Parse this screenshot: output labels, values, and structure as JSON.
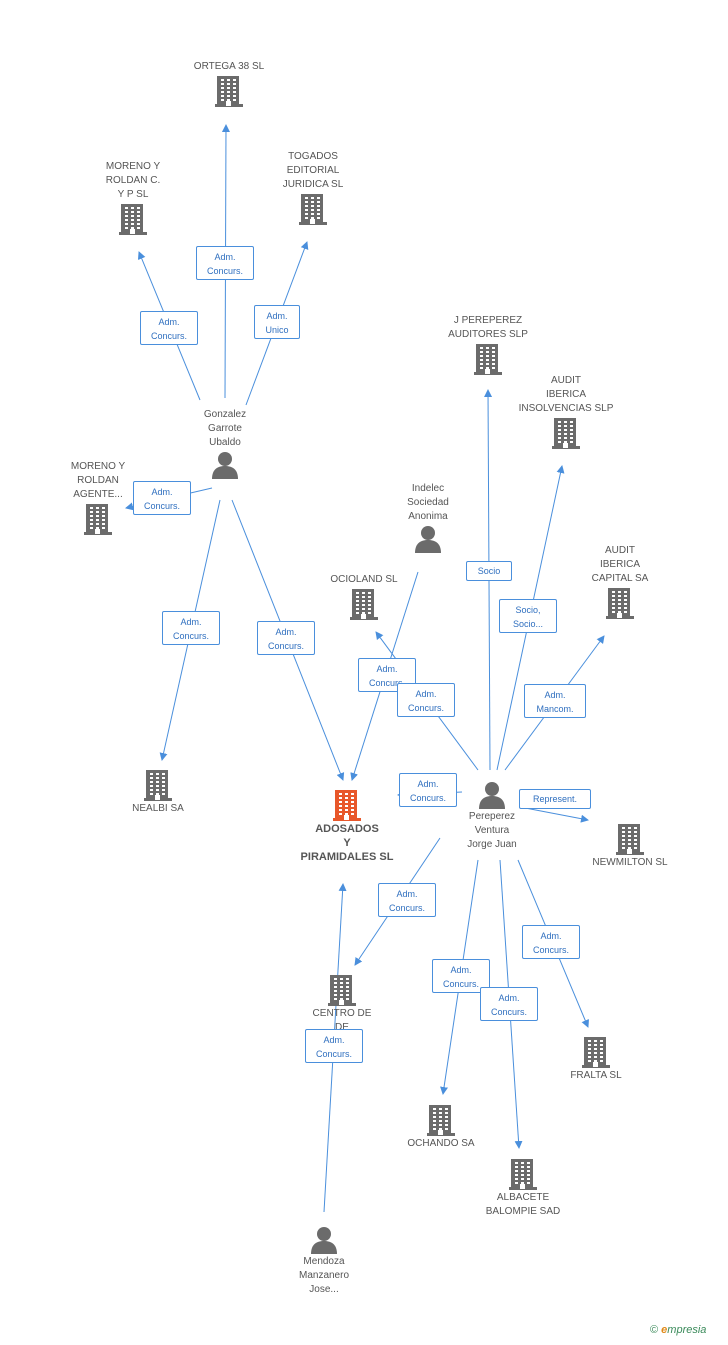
{
  "colors": {
    "edge": "#4a8fdc",
    "icon": "#6b6b6b",
    "center_icon": "#e8572a",
    "label_text": "#2f6fbf"
  },
  "nodes": [
    {
      "id": "ortega",
      "kind": "company",
      "label": "ORTEGA 38 SL"
    },
    {
      "id": "moreno_y",
      "kind": "company",
      "label": "MORENO Y\nROLDAN C.\nY P SL"
    },
    {
      "id": "togados",
      "kind": "company",
      "label": "TOGADOS\nEDITORIAL\nJURIDICA SL"
    },
    {
      "id": "gonzalez",
      "kind": "person",
      "label": "Gonzalez\nGarrote\nUbaldo"
    },
    {
      "id": "moreno_agente",
      "kind": "company",
      "label": "MORENO Y\nROLDAN\nAGENTE..."
    },
    {
      "id": "jpereperez",
      "kind": "company",
      "label": "J PEREPEREZ\nAUDITORES SLP"
    },
    {
      "id": "audit_ins",
      "kind": "company",
      "label": "AUDIT\nIBERICA\nINSOLVENCIAS SLP"
    },
    {
      "id": "indelec",
      "kind": "person",
      "label": "Indelec\nSociedad\nAnonima"
    },
    {
      "id": "ocioland",
      "kind": "company",
      "label": "OCIOLAND SL"
    },
    {
      "id": "audit_cap",
      "kind": "company",
      "label": "AUDIT\nIBERICA\nCAPITAL SA"
    },
    {
      "id": "nealbi",
      "kind": "company",
      "label": "NEALBI SA"
    },
    {
      "id": "adosados",
      "kind": "center",
      "label": "ADOSADOS\nY\nPIRAMIDALES SL"
    },
    {
      "id": "pereperez",
      "kind": "person",
      "label": "Pereperez\nVentura\nJorge Juan"
    },
    {
      "id": "newmilton",
      "kind": "company",
      "label": "NEWMILTON SL"
    },
    {
      "id": "centro",
      "kind": "company",
      "label": "CENTRO DE\nDE\nM... S..."
    },
    {
      "id": "fralta",
      "kind": "company",
      "label": "FRALTA SL"
    },
    {
      "id": "ochando",
      "kind": "company",
      "label": "OCHANDO SA"
    },
    {
      "id": "albacete",
      "kind": "company",
      "label": "ALBACETE\nBALOMPIE SAD"
    },
    {
      "id": "mendoza",
      "kind": "person",
      "label": "Mendoza\nManzanero\nJose..."
    }
  ],
  "relations": [
    {
      "label": "Adm.\nConcurs."
    },
    {
      "label": "Adm.\nConcurs."
    },
    {
      "label": "Adm.\nUnico"
    },
    {
      "label": "Adm.\nConcurs."
    },
    {
      "label": "Adm.\nConcurs."
    },
    {
      "label": "Adm.\nConcurs."
    },
    {
      "label": "Socio"
    },
    {
      "label": "Socio,\nSocio..."
    },
    {
      "label": "Adm.\nConcurs."
    },
    {
      "label": "Adm.\nConcurs."
    },
    {
      "label": "Adm.\nMancom."
    },
    {
      "label": "Adm.\nConcurs."
    },
    {
      "label": "Represent."
    },
    {
      "label": "Adm.\nConcurs."
    },
    {
      "label": "Adm.\nConcurs."
    },
    {
      "label": "Adm.\nConcurs."
    },
    {
      "label": "Adm.\nConcurs."
    },
    {
      "label": "Adm.\nConcurs."
    }
  ],
  "footer": {
    "copyright": "©",
    "brand_initial": "e",
    "brand_rest": "mpresia"
  }
}
